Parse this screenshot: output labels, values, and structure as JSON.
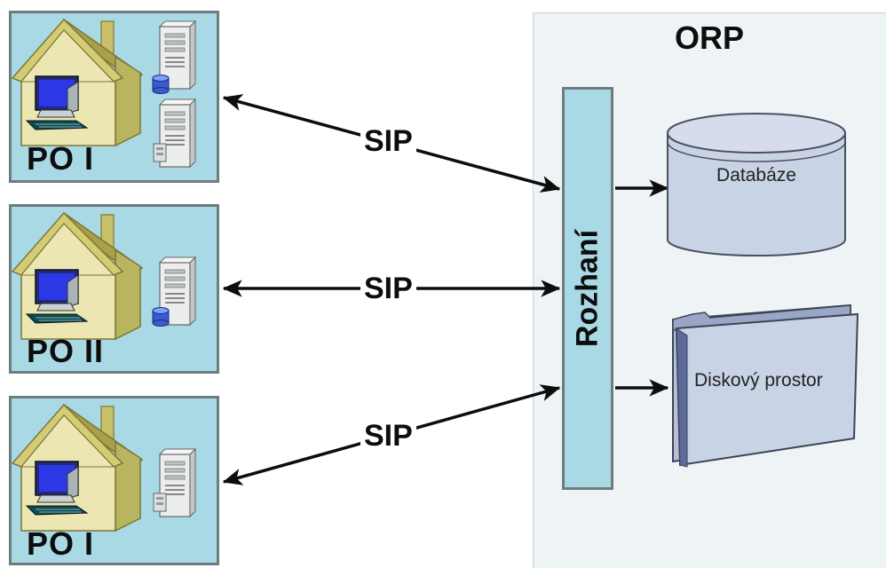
{
  "stations": [
    {
      "label": "PO I",
      "servers": [
        "database-server",
        "server"
      ]
    },
    {
      "label": "PO II",
      "servers": [
        "database-server"
      ]
    },
    {
      "label": "PO I",
      "servers": [
        "server"
      ]
    }
  ],
  "orp": {
    "title": "ORP",
    "interface_label": "Rozhaní",
    "database_label": "Databáze",
    "disk_label": "Diskový prostor"
  },
  "connections": [
    {
      "label": "SIP",
      "from": "PO I",
      "to": "Rozhaní",
      "direction": "bidirectional"
    },
    {
      "label": "SIP",
      "from": "PO II",
      "to": "Rozhaní",
      "direction": "bidirectional"
    },
    {
      "label": "SIP",
      "from": "PO I",
      "to": "Rozhaní",
      "direction": "bidirectional"
    }
  ],
  "internal_links": [
    {
      "from": "Rozhaní",
      "to": "Databáze"
    },
    {
      "from": "Rozhaní",
      "to": "Diskový prostor"
    }
  ],
  "colors": {
    "box_fill": "#a9d9e5",
    "box_border": "#6f7c7e",
    "orp_background": "#eef3f6",
    "house_wall": "#e8e2ad",
    "house_roof": "#c9c06a",
    "database_fill": "#c9d3e6",
    "folder_fill": "#c9d3e6"
  }
}
